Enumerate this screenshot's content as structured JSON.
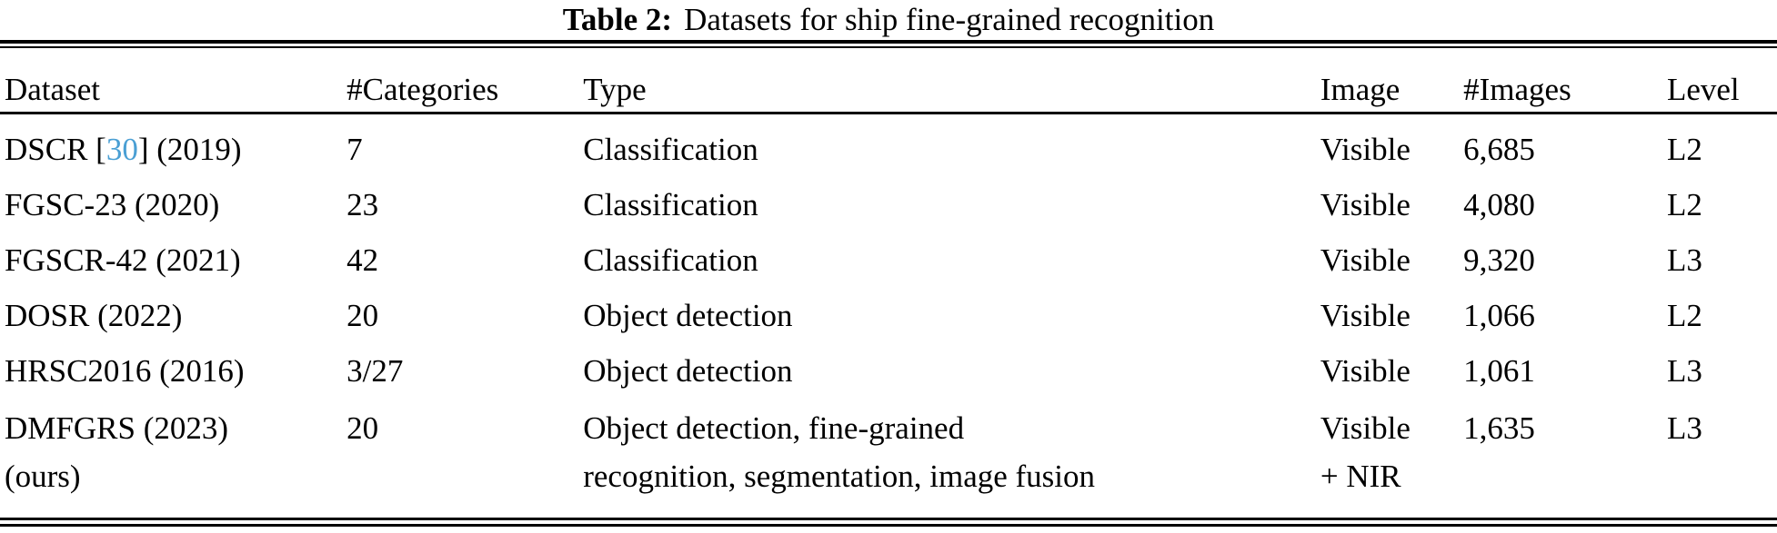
{
  "caption": {
    "label": "Table 2:",
    "text": "Datasets for ship fine-grained recognition"
  },
  "table": {
    "columns": [
      "Dataset",
      "#Categories",
      "Type",
      "Image",
      "#Images",
      "Level"
    ],
    "rows": [
      {
        "dataset_prefix": "DSCR [",
        "dataset_citation": "30",
        "dataset_suffix": "] (2019)",
        "categories": "7",
        "type": "Classification",
        "image": "Visible",
        "images": "6,685",
        "level": "L2"
      },
      {
        "dataset": "FGSC-23 (2020)",
        "categories": "23",
        "type": "Classification",
        "image": "Visible",
        "images": "4,080",
        "level": "L2"
      },
      {
        "dataset": "FGSCR-42 (2021)",
        "categories": "42",
        "type": "Classification",
        "image": "Visible",
        "images": "9,320",
        "level": "L3"
      },
      {
        "dataset": "DOSR (2022)",
        "categories": "20",
        "type": "Object detection",
        "image": "Visible",
        "images": "1,066",
        "level": "L2"
      },
      {
        "dataset": "HRSC2016 (2016)",
        "categories": "3/27",
        "type": "Object detection",
        "image": "Visible",
        "images": "1,061",
        "level": "L3"
      },
      {
        "dataset_line1": "DMFGRS (2023)",
        "dataset_line2": "(ours)",
        "categories": "20",
        "type_line1": "Object detection, fine-grained",
        "type_line2": "recognition, segmentation, image fusion",
        "image_line1": "Visible",
        "image_line2": "+ NIR",
        "images": "1,635",
        "level": "L3"
      }
    ]
  },
  "colors": {
    "text": "#000000",
    "citation_link": "#4a9fd4",
    "rule": "#000000",
    "background": "#ffffff"
  }
}
